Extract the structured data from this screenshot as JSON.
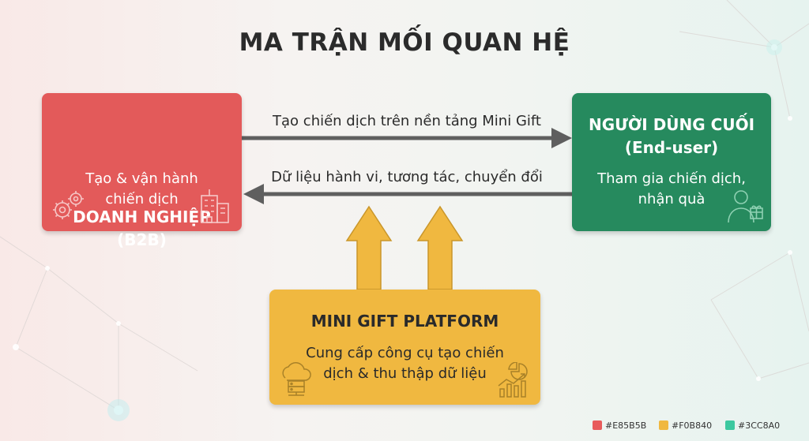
{
  "title": "MA TRẬN MỐI QUAN HỆ",
  "b2b": {
    "title_line1": "DOANH NGHIỆP",
    "title_line2": "(B2B)",
    "desc_line1": "Tạo & vận hành",
    "desc_line2": "chiến dịch",
    "color": "#E85B5B",
    "icons": [
      "gears-icon",
      "building-icon"
    ]
  },
  "end_user": {
    "title_line1": "NGƯỜI DÙNG CUỐI",
    "title_line2": "(End-user)",
    "desc_line1": "Tham gia chiến dịch,",
    "desc_line2": "nhận quà",
    "color": "#3CC8A0",
    "icons": [
      "user-gift-icon"
    ]
  },
  "platform": {
    "title": "MINI GIFT PLATFORM",
    "desc_line1": "Cung cấp công cụ tạo chiến",
    "desc_line2": "dịch & thu thập dữ liệu",
    "color": "#F0B840",
    "icons": [
      "cloud-server-icon",
      "analytics-chart-icon"
    ]
  },
  "arrows": {
    "top_label": "Tạo chiến dịch trên nền tảng Mini Gift",
    "bottom_label": "Dữ liệu hành vi, tương tác, chuyển đổi"
  },
  "legend": [
    {
      "label": "#E85B5B",
      "color": "#E85B5B"
    },
    {
      "label": "#F0B840",
      "color": "#F0B840"
    },
    {
      "label": "#3CC8A0",
      "color": "#3CC8A0"
    }
  ]
}
